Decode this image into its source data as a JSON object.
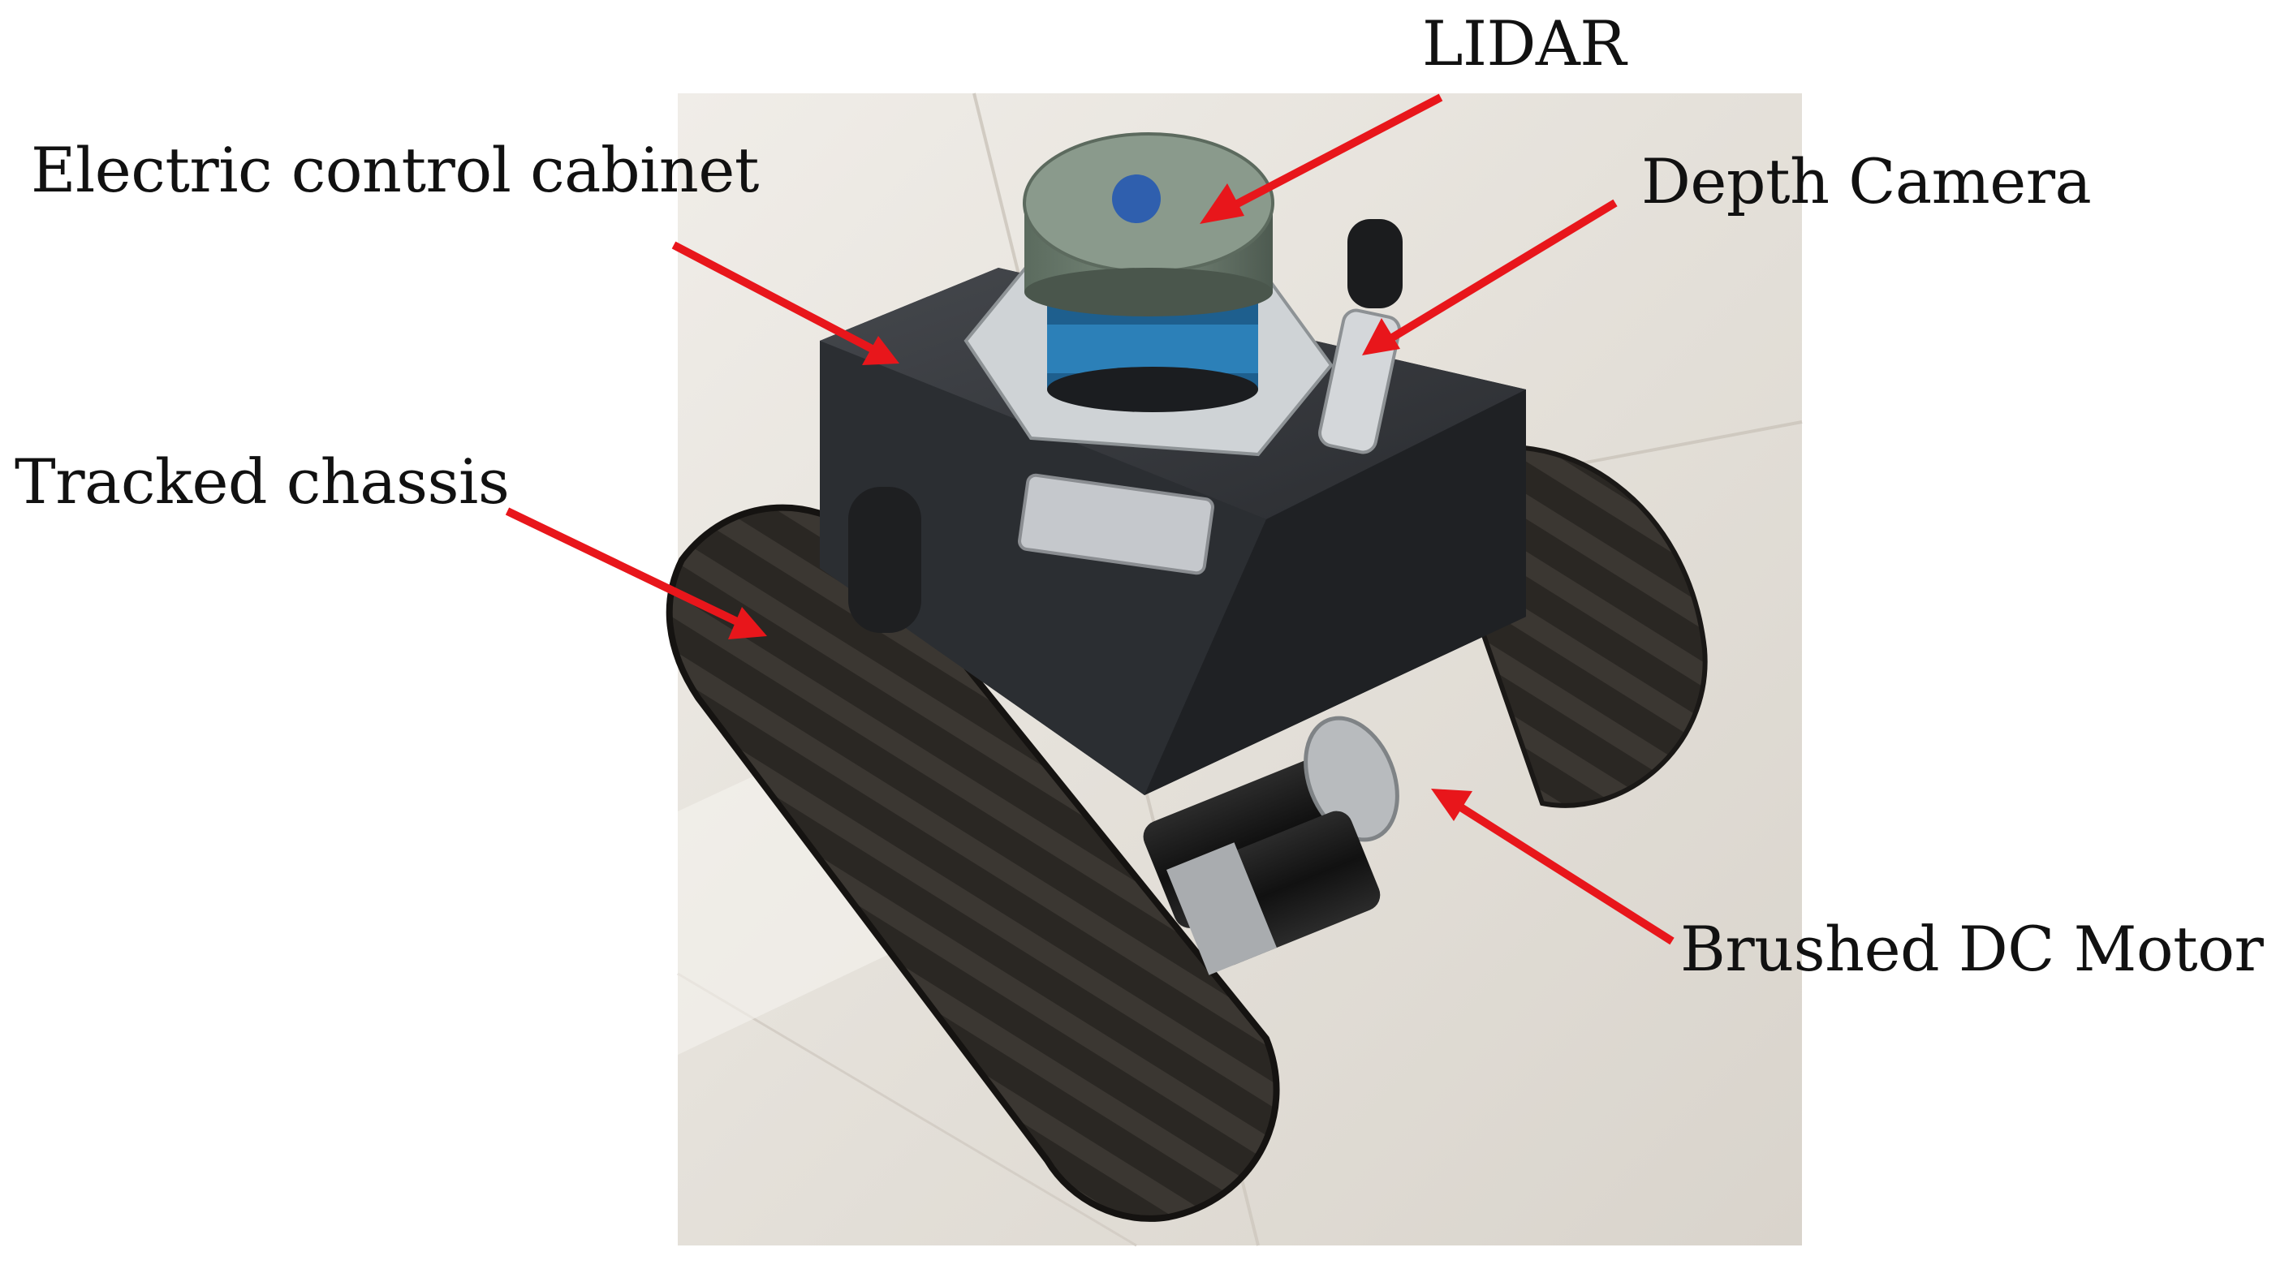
{
  "labels": {
    "lidar": "LIDAR",
    "cabinet": "Electric control cabinet",
    "camera": "Depth Camera",
    "chassis": "Tracked chassis",
    "motor": "Brushed DC Motor"
  },
  "colors": {
    "arrow": "#e8161b",
    "text": "#111111",
    "robot_body": "#26292d",
    "track": "#2a2723",
    "floor": "#e7e3dc"
  },
  "photo_subject": "tracked-robot-photo"
}
